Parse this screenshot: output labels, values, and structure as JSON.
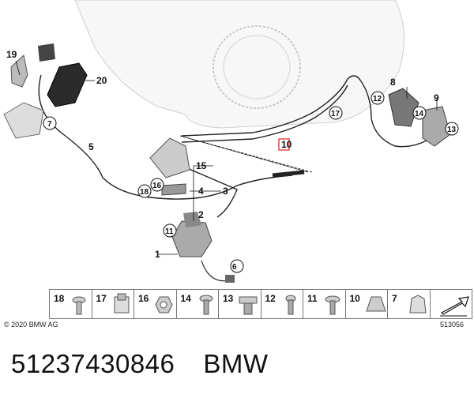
{
  "diagram": {
    "callouts": [
      {
        "id": "c19",
        "text": "19"
      },
      {
        "id": "c20",
        "text": "20"
      },
      {
        "id": "c7a",
        "text": "7"
      },
      {
        "id": "c5",
        "text": "5"
      },
      {
        "id": "c15",
        "text": "15"
      },
      {
        "id": "c16",
        "text": "16"
      },
      {
        "id": "c4",
        "text": "4"
      },
      {
        "id": "c3",
        "text": "3"
      },
      {
        "id": "c18",
        "text": "18"
      },
      {
        "id": "c2",
        "text": "2"
      },
      {
        "id": "c11",
        "text": "11"
      },
      {
        "id": "c1",
        "text": "1"
      },
      {
        "id": "c10",
        "text": "10"
      },
      {
        "id": "c6",
        "text": "6"
      },
      {
        "id": "c17",
        "text": "17"
      },
      {
        "id": "c8",
        "text": "8"
      },
      {
        "id": "c12",
        "text": "12"
      },
      {
        "id": "c9",
        "text": "9"
      },
      {
        "id": "c14",
        "text": "14"
      },
      {
        "id": "c13",
        "text": "13"
      }
    ]
  },
  "legend": [
    {
      "num": "18",
      "icon": "pin-clip-icon"
    },
    {
      "num": "17",
      "icon": "cable-clip-icon"
    },
    {
      "num": "16",
      "icon": "hex-nut-icon"
    },
    {
      "num": "14",
      "icon": "screw-icon"
    },
    {
      "num": "13",
      "icon": "expanding-nut-icon"
    },
    {
      "num": "12",
      "icon": "bolt-icon"
    },
    {
      "num": "11",
      "icon": "collar-screw-icon"
    },
    {
      "num": "10",
      "icon": "spring-clip-icon"
    },
    {
      "num": "7",
      "icon": "holder-clip-icon"
    },
    {
      "num": "",
      "icon": "direction-arrow-icon"
    }
  ],
  "copyright": "© 2020 BMW AG",
  "figure_id": "513056",
  "part_number": "51237430846",
  "brand": "BMW"
}
